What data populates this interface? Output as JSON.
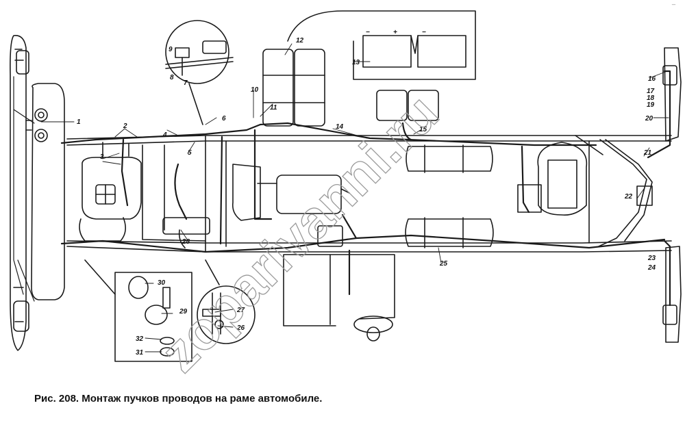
{
  "figure": {
    "caption": "Рис. 208. Монтаж пучков проводов на раме автомобиле.",
    "watermark": "zoparivanni.ru",
    "corner_mark": "_"
  },
  "callouts": [
    "1",
    "2",
    "3",
    "4",
    "5",
    "6",
    "7",
    "8",
    "9",
    "10",
    "11",
    "12",
    "13",
    "14",
    "15",
    "16",
    "17",
    "18",
    "19",
    "20",
    "21",
    "22",
    "23",
    "24",
    "25",
    "26",
    "27",
    "28",
    "29",
    "30",
    "31",
    "32"
  ],
  "battery_terminals": {
    "minus": "−",
    "plus": "+"
  },
  "colors": {
    "line": "#1a1a1a",
    "background": "#ffffff",
    "watermark": "#9a9a9a"
  }
}
